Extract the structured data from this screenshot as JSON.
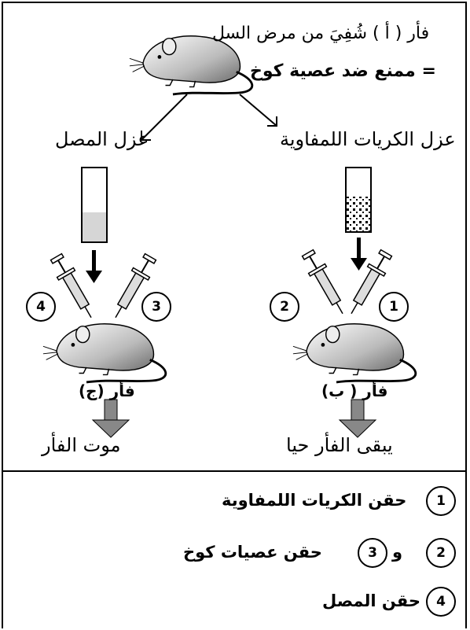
{
  "header": {
    "line1": "فأر ( أ ) شُفِيَ من مرض السل",
    "line2": "= ممنع ضد عصية كوخ"
  },
  "branches": {
    "left_label": "عزل المصل",
    "right_label": "عزل الكريات اللمفاوية"
  },
  "mice": {
    "left": "فأر (ج)",
    "right": "فأر ( ب)"
  },
  "outcomes": {
    "left": "موت الفأر",
    "right": "يبقى الفأر حيا"
  },
  "circles": {
    "c1": "1",
    "c2": "2",
    "c3": "3",
    "c4": "4"
  },
  "legend": {
    "item1": "حقن الكريات اللمفاوية",
    "conj": "و",
    "item2": "حقن عصيات كوخ",
    "item3": "حقن المصل"
  },
  "colors": {
    "mouse_fill": "#c8c8c8",
    "serum_fill": "#d6d6d6"
  }
}
